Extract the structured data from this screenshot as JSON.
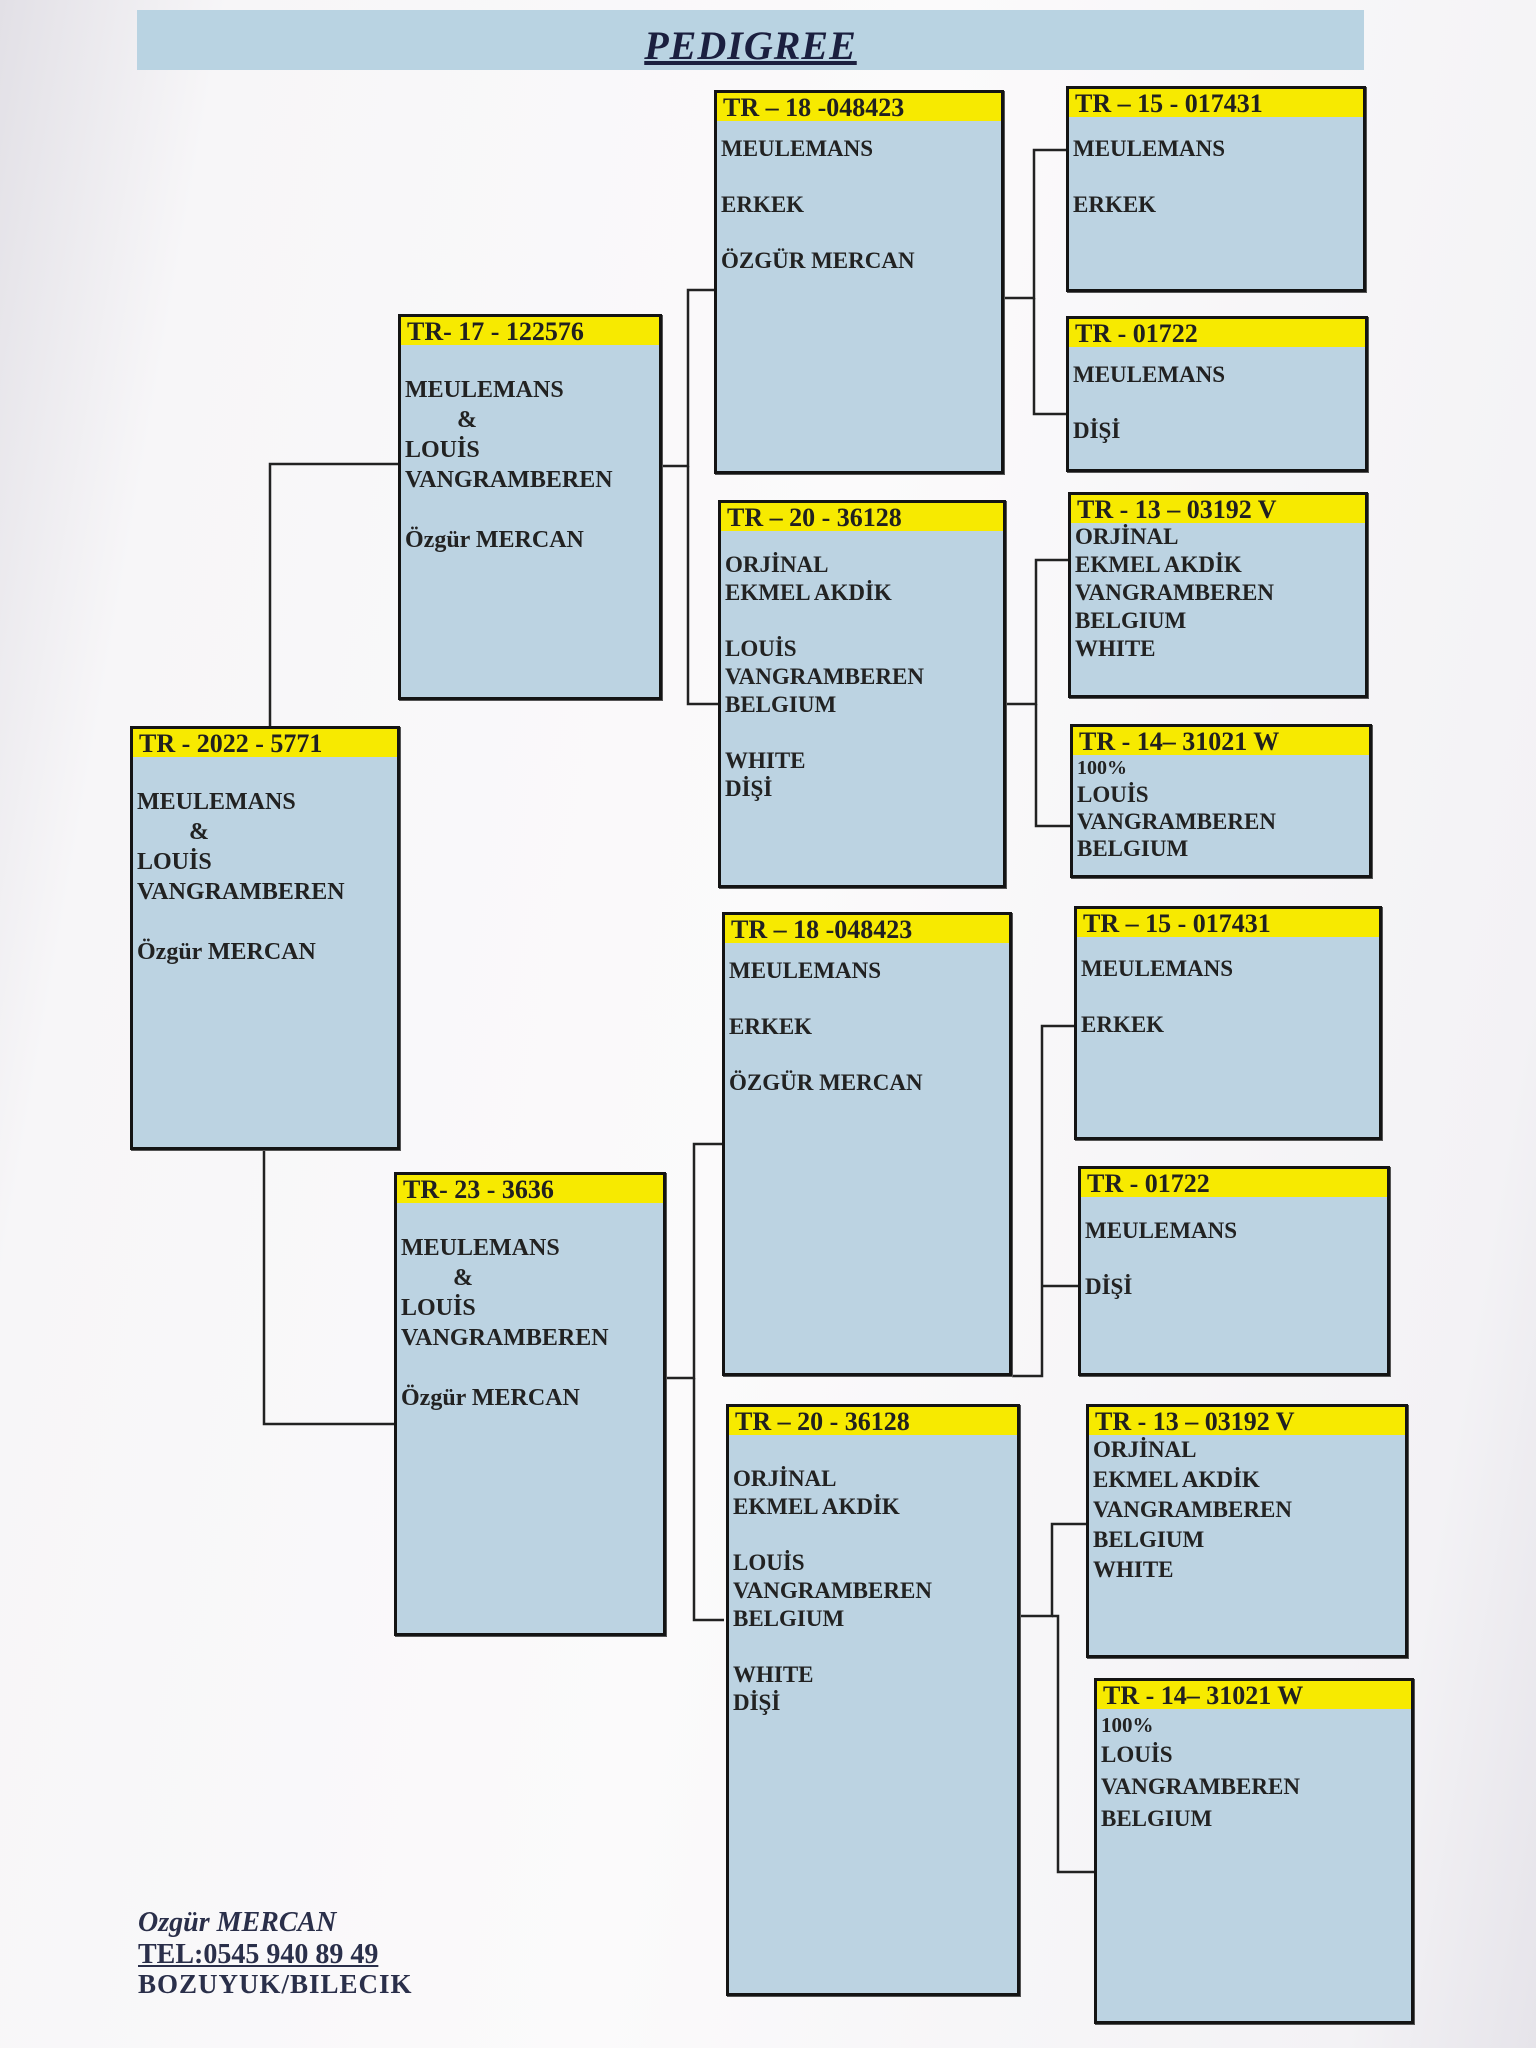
{
  "title": "PEDIGREE",
  "subject": {
    "reg": "TR - 2022 - 5771",
    "lines": [
      "MEULEMANS",
      "&",
      "LOUİS",
      "VANGRAMBEREN",
      "",
      "Özgür MERCAN"
    ]
  },
  "sire": {
    "reg": "TR- 17 - 122576",
    "lines": [
      "MEULEMANS",
      "&",
      "LOUİS",
      "VANGRAMBEREN",
      "",
      "Özgür MERCAN"
    ]
  },
  "dam": {
    "reg": "TR- 23 - 3636",
    "lines": [
      "MEULEMANS",
      "&",
      "LOUİS",
      "VANGRAMBEREN",
      "",
      "Özgür MERCAN"
    ]
  },
  "sire_sire": {
    "reg": "TR – 18 -048423",
    "lines": [
      "MEULEMANS",
      "",
      "ERKEK",
      "",
      "ÖZGÜR MERCAN"
    ]
  },
  "sire_dam": {
    "reg": "TR – 20 - 36128",
    "lines": [
      "ORJİNAL",
      "EKMEL AKDİK",
      "",
      "LOUİS",
      "VANGRAMBEREN",
      "BELGIUM",
      "",
      "WHITE",
      "DİŞİ"
    ]
  },
  "dam_sire": {
    "reg": "TR – 18 -048423",
    "lines": [
      "MEULEMANS",
      "",
      "ERKEK",
      "",
      "ÖZGÜR MERCAN"
    ]
  },
  "dam_dam": {
    "reg": "TR – 20 - 36128",
    "lines": [
      "ORJİNAL",
      "EKMEL AKDİK",
      "",
      "LOUİS",
      "VANGRAMBEREN",
      "BELGIUM",
      "",
      "WHITE",
      "DİŞİ"
    ]
  },
  "gg1": {
    "reg": "TR – 15 - 017431",
    "lines": [
      "MEULEMANS",
      "",
      "ERKEK"
    ]
  },
  "gg2": {
    "reg": "TR - 01722",
    "lines": [
      "MEULEMANS",
      "",
      "DİŞİ"
    ]
  },
  "gg3": {
    "reg": "TR - 13 – 03192 V",
    "lines": [
      "ORJİNAL",
      "EKMEL AKDİK",
      "VANGRAMBEREN",
      "BELGIUM",
      "WHITE"
    ]
  },
  "gg4": {
    "reg": "TR - 14– 31021 W",
    "lines": [
      "100%",
      "LOUİS",
      "VANGRAMBEREN",
      "BELGIUM"
    ]
  },
  "gg5": {
    "reg": "TR – 15 - 017431",
    "lines": [
      "MEULEMANS",
      "",
      "ERKEK"
    ]
  },
  "gg6": {
    "reg": "TR - 01722",
    "lines": [
      "MEULEMANS",
      "",
      "DİŞİ"
    ]
  },
  "gg7": {
    "reg": "TR - 13 – 03192 V",
    "lines": [
      "ORJİNAL",
      "EKMEL AKDİK",
      "VANGRAMBEREN",
      "BELGIUM",
      "WHITE"
    ]
  },
  "gg8": {
    "reg": "TR - 14– 31021 W",
    "lines": [
      "100%",
      "LOUİS",
      "VANGRAMBEREN",
      "BELGIUM"
    ]
  },
  "footer": {
    "name": "Ozgür MERCAN",
    "tel": "TEL:0545 940 89 49",
    "place": "BOZUYUK/BILECIK"
  }
}
